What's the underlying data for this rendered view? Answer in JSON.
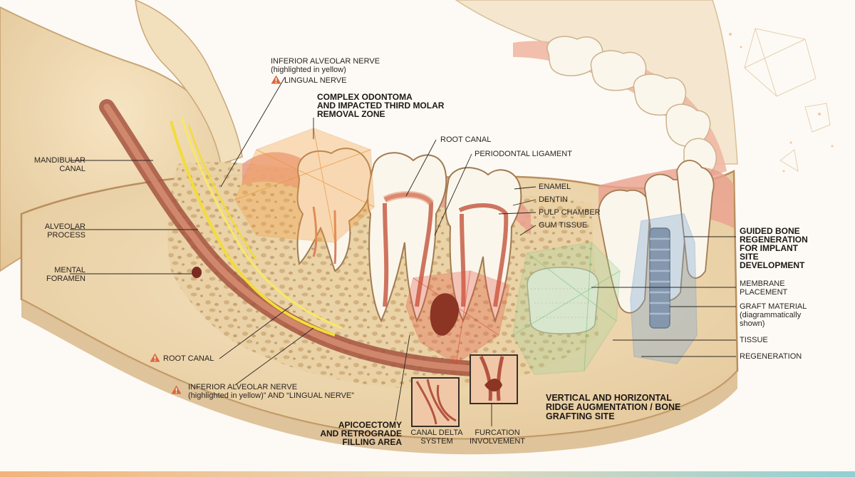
{
  "labels": {
    "inferior_alveolar_top": {
      "line1": "INFERIOR ALVEOLAR NERVE",
      "line2": "(highlighted in yellow)",
      "line3": "LINGUAL NERVE"
    },
    "complex_odontoma": {
      "line1": "COMPLEX ODONTOMA",
      "line2": "AND IMPACTED THIRD MOLAR",
      "line3": "REMOVAL ZONE"
    },
    "root_canal_top": "ROOT CANAL",
    "periodontal_ligament": "PERIODONTAL LIGAMENT",
    "enamel": "ENAMEL",
    "dentin": "DENTIN",
    "pulp_chamber": "PULP CHAMBER",
    "gum_tissue": "GUM TISSUE",
    "mandibular_canal": {
      "line1": "MANDIBULAR",
      "line2": "CANAL"
    },
    "alveolar_process": {
      "line1": "ALVEOLAR",
      "line2": "PROCESS"
    },
    "mental_foramen": {
      "line1": "MENTAL",
      "line2": "FORAMEN"
    },
    "root_canal_bottom": "ROOT CANAL",
    "inferior_alveolar_bottom": {
      "line1": "INFERIOR ALVEOLAR NERVE",
      "line2": "(highlighted in yellow)” AND “LINGUAL NERVE”"
    },
    "apicoectomy": {
      "line1": "APICOECTOMY",
      "line2": "AND RETROGRADE",
      "line3": "FILLING AREA"
    },
    "canal_delta": {
      "line1": "CANAL DELTA",
      "line2": "SYSTEM"
    },
    "furcation": {
      "line1": "FURCATION",
      "line2": "INVOLVEMENT"
    },
    "ridge_augmentation": {
      "line1": "VERTICAL AND HORIZONTAL",
      "line2": "RIDGE AUGMENTATION / BONE",
      "line3": "GRAFTING SITE"
    },
    "guided_bone": {
      "line1": "GUIDED BONE",
      "line2": "REGENERATION",
      "line3": "FOR IMPLANT",
      "line4": "SITE",
      "line5": "DEVELOPMENT"
    },
    "membrane": {
      "line1": "MEMBRANE",
      "line2": "PLACEMENT"
    },
    "graft_material": {
      "line1": "GRAFT MATERIAL",
      "line2": "(diagrammatically",
      "line3": "shown)"
    },
    "tissue": "TISSUE",
    "regeneration": "REGENERATION"
  },
  "colors": {
    "bone": "#efd9b1",
    "bone_dark": "#d9b98a",
    "gum": "#eaa08e",
    "nerve": "#f2dc3a",
    "canal": "#b8664f",
    "enamel": "#fbf6ec",
    "odontoma_zone": "#f3a24a",
    "apicoectomy_zone": "#e2513f",
    "graft_zone": "#9fd39a",
    "implant_zone": "#7aa7d8",
    "warning": "#d9673a"
  },
  "icons": {
    "warning": "warning-triangle-icon"
  }
}
